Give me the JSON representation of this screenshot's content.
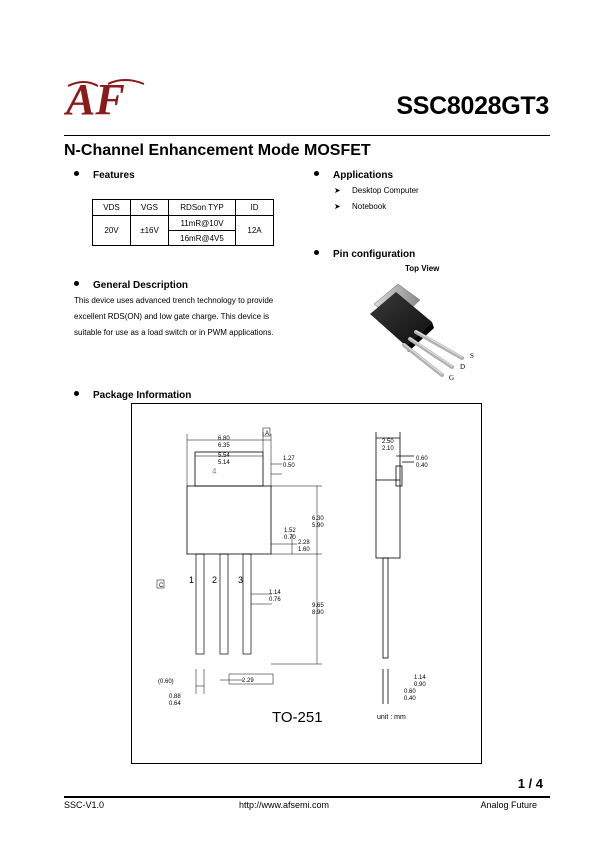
{
  "header": {
    "logo_text": "AF",
    "part_number": "SSC8028GT3"
  },
  "title": "N-Channel Enhancement Mode MOSFET",
  "features": {
    "heading": "Features",
    "table": {
      "headers": [
        "VDS",
        "VGS",
        "RDSon TYP",
        "ID"
      ],
      "vds": "20V",
      "vgs": "±16V",
      "rdson": [
        "11mR@10V",
        "16mR@4V5"
      ],
      "id": "12A"
    }
  },
  "applications": {
    "heading": "Applications",
    "items": [
      "Desktop Computer",
      "Notebook"
    ]
  },
  "general_description": {
    "heading": "General Description",
    "lines": [
      "This device uses advanced trench technology to provide",
      "excellent RDS(ON) and low gate charge. This device is",
      "suitable for use as a load switch or in PWM applications."
    ]
  },
  "pin_configuration": {
    "heading": "Pin configuration",
    "view_label": "Top View",
    "pins": [
      "S",
      "D",
      "G"
    ]
  },
  "package_information": {
    "heading": "Package Information",
    "package_name": "TO-251",
    "unit_label": "unit : mm",
    "datum_a": "A",
    "datum_c": "C",
    "tab_number": "4",
    "pin_numbers": [
      "1",
      "2",
      "3"
    ],
    "dims": {
      "w_max": "6.80",
      "w_min": "6.35",
      "t_max": "5.54",
      "t_min": "5.14",
      "tab_max": "1.27",
      "tab_min": "0.50",
      "body_max": "6.30",
      "body_min": "5.90",
      "a_max": "1.52",
      "a_min": "0.70",
      "b_max": "2.28",
      "b_min": "1.60",
      "lead_max": "1.14",
      "lead_min": "0.76",
      "len_max": "9.65",
      "len_min": "8.90",
      "ref": "(0.60)",
      "pw_max": "0.88",
      "pw_min": "0.64",
      "pitch": "2.29",
      "side_max": "2.50",
      "side_min": "2.10",
      "s1_max": "0.60",
      "s1_min": "0.40",
      "s2_max": "1.14",
      "s2_min": "0.90",
      "s3_max": "0.60",
      "s3_min": "0.40"
    }
  },
  "footer": {
    "page": "1 / 4",
    "version": "SSC-V1.0",
    "url": "http://www.afsemi.com",
    "company": "Analog Future"
  },
  "colors": {
    "logo": "#8b1a1a",
    "text": "#000000",
    "package_bg": "#ffffff"
  }
}
